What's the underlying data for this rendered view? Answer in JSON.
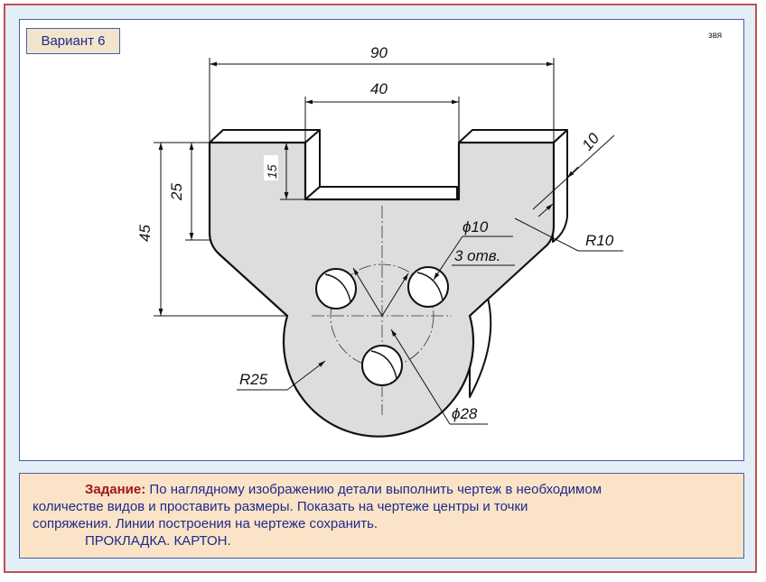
{
  "variant": "Вариант 6",
  "author_mark": "звя",
  "dimensions": {
    "overall_width": "90",
    "slot_width": "40",
    "height_45": "45",
    "height_25": "25",
    "slot_depth": "15",
    "thickness": "10",
    "fillet_radius": "R10",
    "hole_diameter": "ϕ10",
    "hole_count": "3 отв.",
    "outer_radius": "R25",
    "pitch_circle": "ϕ28"
  },
  "task": {
    "heading": "Задание:",
    "line1": "По наглядному изображению детали выполнить чертеж в необходимом",
    "line2": "количестве видов и проставить размеры. Показать на чертеже центры и точки",
    "line3": "сопряжения. Линии построения на чертеже сохранить.",
    "material": "ПРОКЛАДКА. КАРТОН."
  },
  "colors": {
    "frame": "#c0504d",
    "panel_border": "#4a5fa8",
    "text_blue": "#1e2a8c",
    "heading_red": "#a01818",
    "part_fill": "#dddddd"
  }
}
